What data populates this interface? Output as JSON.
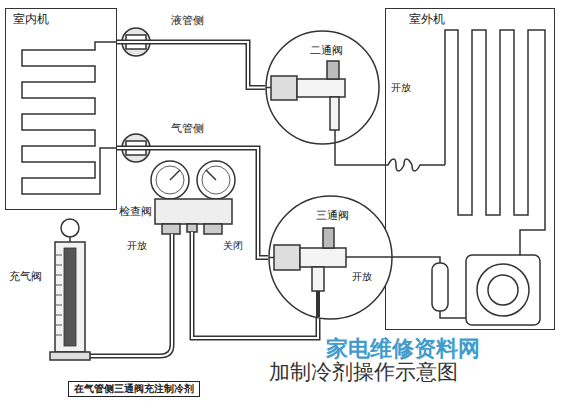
{
  "diagram": {
    "title": "加制冷剂操作示意图",
    "nodes": [
      {
        "text": [
          "室内机"
        ]
      },
      {
        "text": [
          "二通阀",
          "开放"
        ]
      },
      {
        "text": [
          "室外机"
        ]
      },
      {
        "text": [
          "三通阀",
          "开放"
        ]
      },
      {
        "text": [
          "在气管侧三通阀充注制冷剂"
        ]
      }
    ],
    "edges": [
      {
        "from": 0,
        "to": 1,
        "arrow": "none"
      },
      {
        "from": 0,
        "to": 3,
        "arrow": "none"
      }
    ],
    "labels": [
      "液管侧",
      "气管侧",
      "检查阀",
      "开放",
      "关闭",
      "充气阀",
      "家电维修资料网"
    ]
  }
}
